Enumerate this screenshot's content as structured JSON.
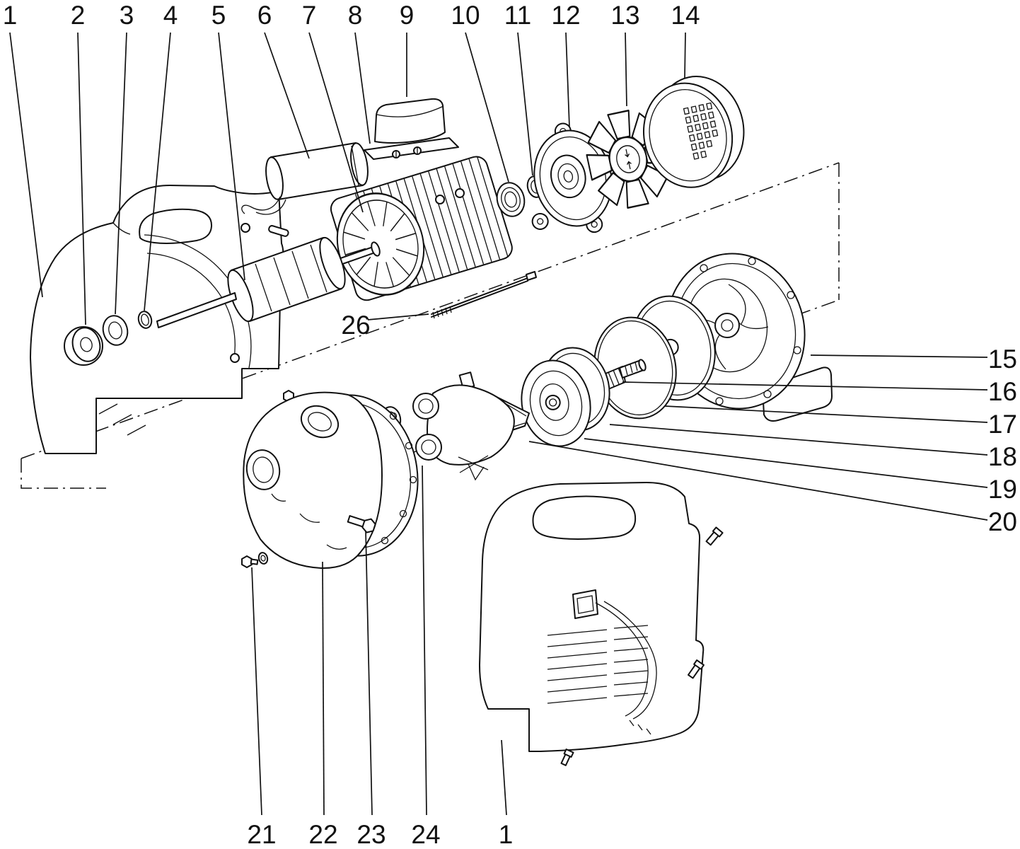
{
  "figure_type": "exploded-parts-diagram",
  "colors": {
    "line": "#111111",
    "background": "#ffffff"
  },
  "callouts": {
    "top": [
      "1",
      "2",
      "3",
      "4",
      "5",
      "6",
      "7",
      "8",
      "9",
      "10",
      "11",
      "12",
      "13",
      "14"
    ],
    "right": [
      "15",
      "16",
      "17",
      "18",
      "19",
      "20"
    ],
    "bottom": [
      "21",
      "22",
      "23",
      "24",
      "1"
    ],
    "middle": [
      "26"
    ]
  }
}
